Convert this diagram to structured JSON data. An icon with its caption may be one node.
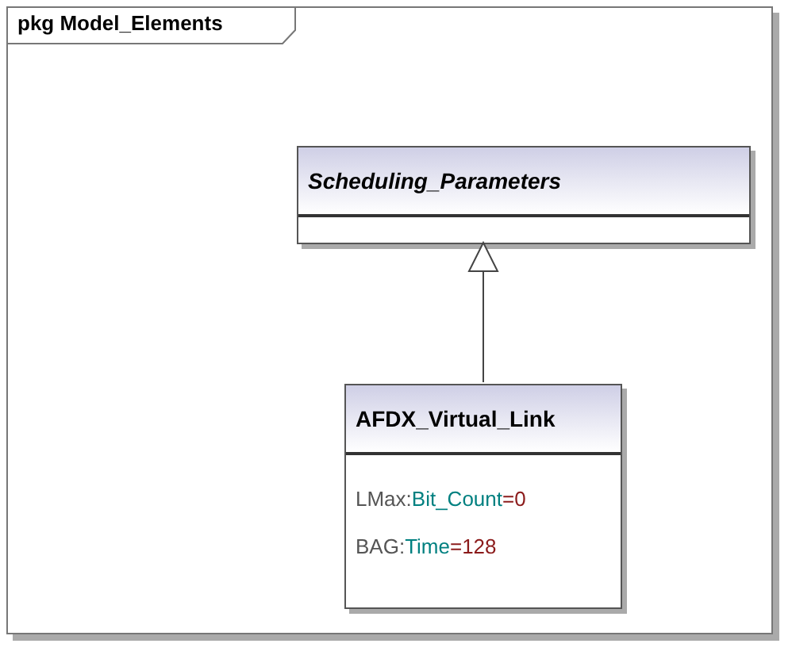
{
  "diagram": {
    "nodes": [
      {
        "text": [
          "pkg Model_Elements"
        ]
      },
      {
        "text": [
          "Scheduling_Parameters"
        ],
        "in": 0
      },
      {
        "text": [
          "AFDX_Virtual_Link",
          "LMax:Bit_Count=0",
          "BAG:Time=128"
        ],
        "in": 0
      }
    ],
    "edges": [
      {
        "from": 2,
        "to": 1,
        "arrow": "to"
      }
    ]
  }
}
